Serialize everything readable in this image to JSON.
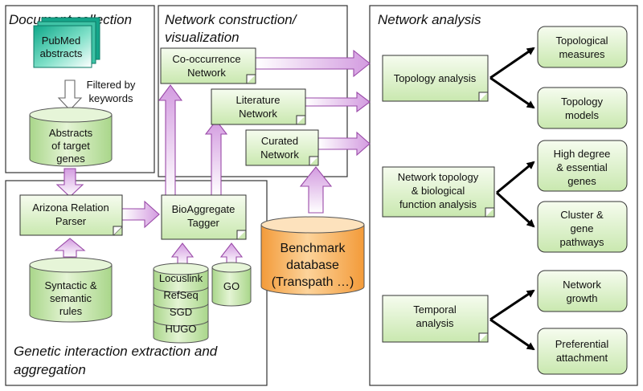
{
  "sections": {
    "document_collection": "Document collection",
    "network_construction": [
      "Network construction/",
      "visualization"
    ],
    "network_analysis": "Network analysis",
    "genetic_extraction": [
      "Genetic interaction extraction and",
      "aggregation"
    ]
  },
  "nodes": {
    "pubmed": [
      "PubMed",
      "abstracts"
    ],
    "filtered": [
      "Filtered by",
      "keywords"
    ],
    "abstracts_target": [
      "Abstracts",
      "of target",
      "genes"
    ],
    "arizona": [
      "Arizona Relation",
      "Parser"
    ],
    "syntactic": [
      "Syntactic &",
      "semantic",
      "rules"
    ],
    "bioaggregate": [
      "BioAggregate",
      "Tagger"
    ],
    "locuslink": "Locuslink",
    "refseq": "RefSeq",
    "sgd": "SGD",
    "hugo": "HUGO",
    "go": "GO",
    "cooccurrence": [
      "Co-occurrence",
      "Network"
    ],
    "literature": [
      "Literature",
      "Network"
    ],
    "curated": [
      "Curated",
      "Network"
    ],
    "benchmark": [
      "Benchmark",
      "database",
      "(Transpath …)"
    ],
    "topology_analysis": "Topology analysis",
    "topological_measures": [
      "Topological",
      "measures"
    ],
    "topology_models": [
      "Topology",
      "models"
    ],
    "network_topology_bio": [
      "Network topology",
      "& biological",
      "function analysis"
    ],
    "high_degree": [
      "High degree",
      "& essential",
      "genes"
    ],
    "cluster": [
      "Cluster &",
      "gene",
      "pathways"
    ],
    "temporal": [
      "Temporal",
      "analysis"
    ],
    "network_growth": [
      "Network",
      "growth"
    ],
    "preferential": [
      "Preferential",
      "attachment"
    ]
  },
  "colors": {
    "box_light": "#f2fbe8",
    "box_dark": "#c8e8ad",
    "cyl_top": "#e9f7dc",
    "cyl_body": "#b9df9a",
    "arrow_fill": "#e8bff0",
    "arrow_stroke": "#9a4aa8",
    "benchmark_fill": "#f7b45e",
    "pubmed_teal": "#17b396"
  }
}
